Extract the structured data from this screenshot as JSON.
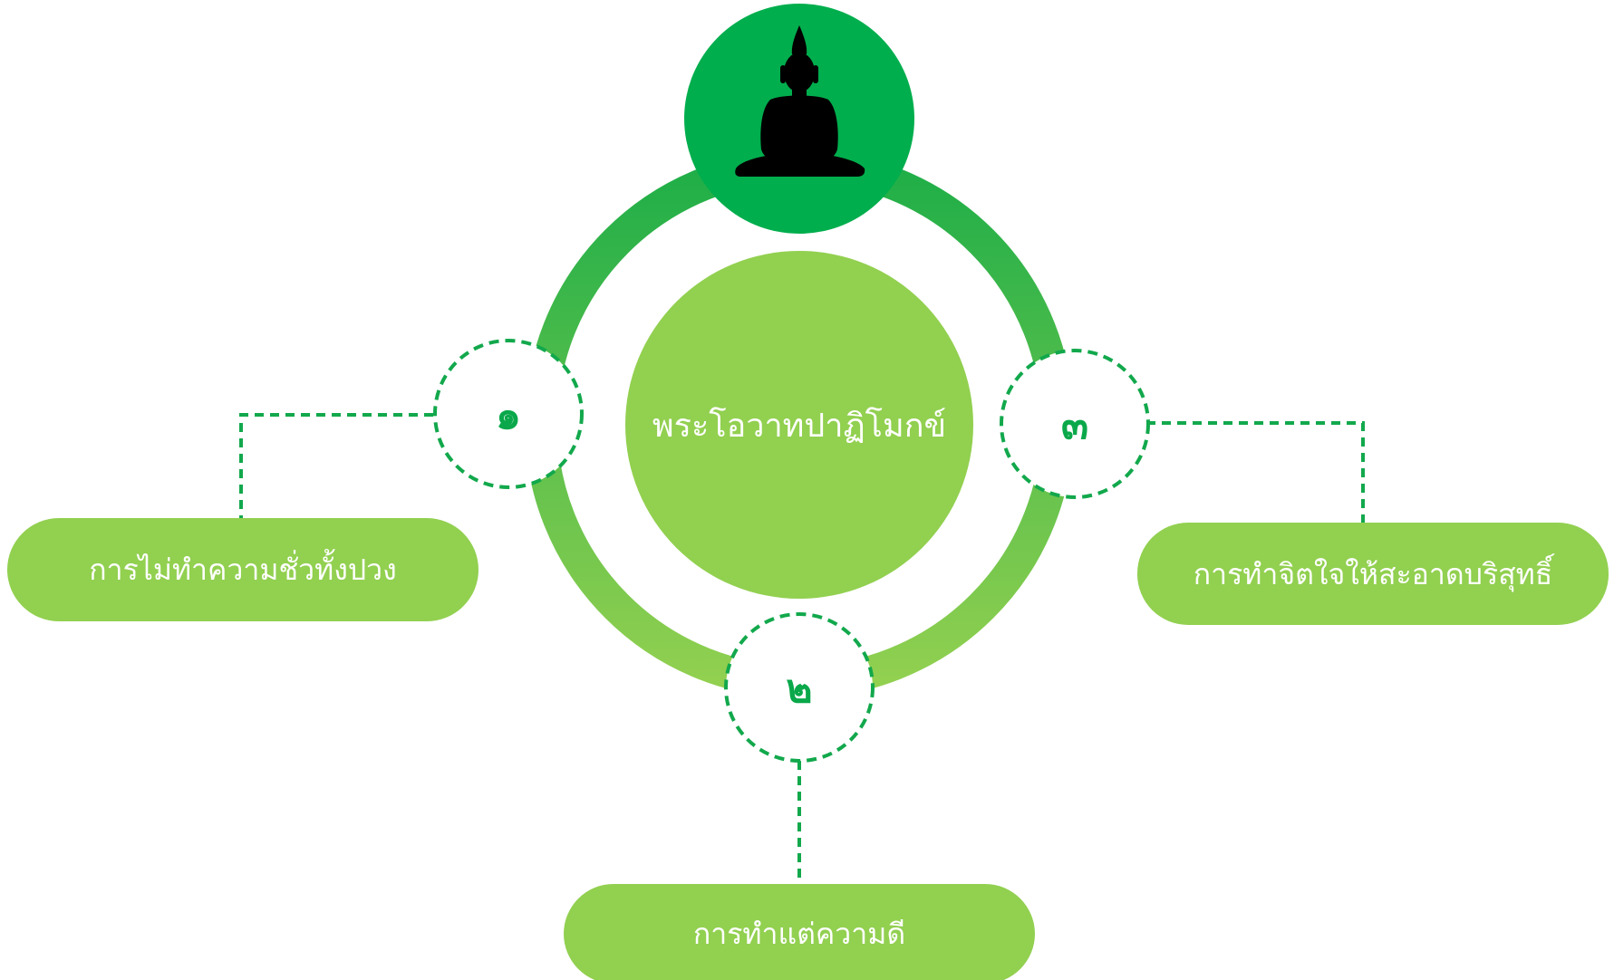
{
  "title": "พระโอวาทปาฏิโมกข์",
  "top_icon": "buddha-silhouette-icon",
  "colors": {
    "ring_top": "#2bb34b",
    "ring_bottom": "#8ccf4f",
    "top_circle": "#00ae4d",
    "center_circle": "#92d050",
    "pill": "#92d050",
    "dashed": "#12a84c",
    "number": "#0aa84a"
  },
  "principles": [
    {
      "number": "๑",
      "label": "การไม่ทำความชั่วทั้งปวง"
    },
    {
      "number": "๒",
      "label": "การทำแต่ความดี"
    },
    {
      "number": "๓",
      "label": "การทำจิตใจให้สะอาดบริสุทธิ์"
    }
  ]
}
